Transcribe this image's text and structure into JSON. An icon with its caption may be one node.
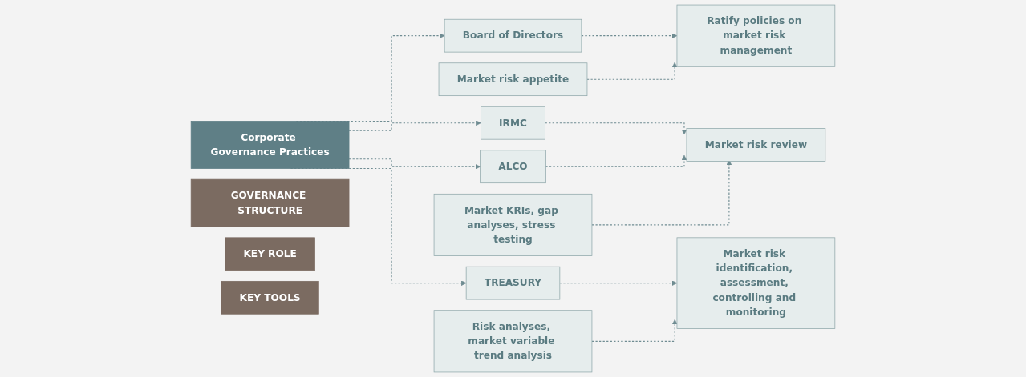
{
  "diagram": {
    "nodes": [
      {
        "text": [
          "GOVERNANCE STRUCTURE"
        ]
      },
      {
        "text": [
          "KEY ROLE"
        ]
      },
      {
        "text": [
          "KEY TOOLS"
        ]
      },
      {
        "text": [
          "Corporate Governance Practices"
        ]
      },
      {
        "text": [
          "Board of Directors"
        ]
      },
      {
        "text": [
          "Ratify policies on market risk management"
        ]
      },
      {
        "text": [
          "Market risk appetite"
        ]
      },
      {
        "text": [
          "IRMC"
        ]
      },
      {
        "text": [
          "Market risk review"
        ]
      },
      {
        "text": [
          "Market KRIs, gap analyses, stress testing"
        ]
      },
      {
        "text": [
          "ALCO"
        ]
      },
      {
        "text": [
          "TREASURY"
        ]
      },
      {
        "text": [
          "Market risk identification, assessment, controlling and monitoring"
        ]
      },
      {
        "text": [
          "Risk analyses, market variable trend analysis"
        ]
      }
    ],
    "edges": [
      {
        "from": 3,
        "to": 4,
        "arrow": "to",
        "style": "dashed"
      },
      {
        "from": 3,
        "to": 7,
        "arrow": "to",
        "style": "dashed"
      },
      {
        "from": 3,
        "to": 10,
        "arrow": "to",
        "style": "dashed"
      },
      {
        "from": 3,
        "to": 11,
        "arrow": "to",
        "style": "dashed"
      },
      {
        "from": 4,
        "to": 5,
        "arrow": "to",
        "style": "dashed"
      },
      {
        "from": 7,
        "to": 8,
        "arrow": "to",
        "style": "dashed"
      },
      {
        "from": 10,
        "to": 8,
        "arrow": "to",
        "style": "dashed"
      },
      {
        "from": 11,
        "to": 12,
        "arrow": "to",
        "style": "dashed"
      },
      {
        "from": 6,
        "to": 5,
        "arrow": "to",
        "style": "dashed"
      },
      {
        "from": 9,
        "to": 8,
        "arrow": "to",
        "style": "dashed"
      },
      {
        "from": 13,
        "to": 12,
        "arrow": "to",
        "style": "dashed"
      }
    ]
  }
}
